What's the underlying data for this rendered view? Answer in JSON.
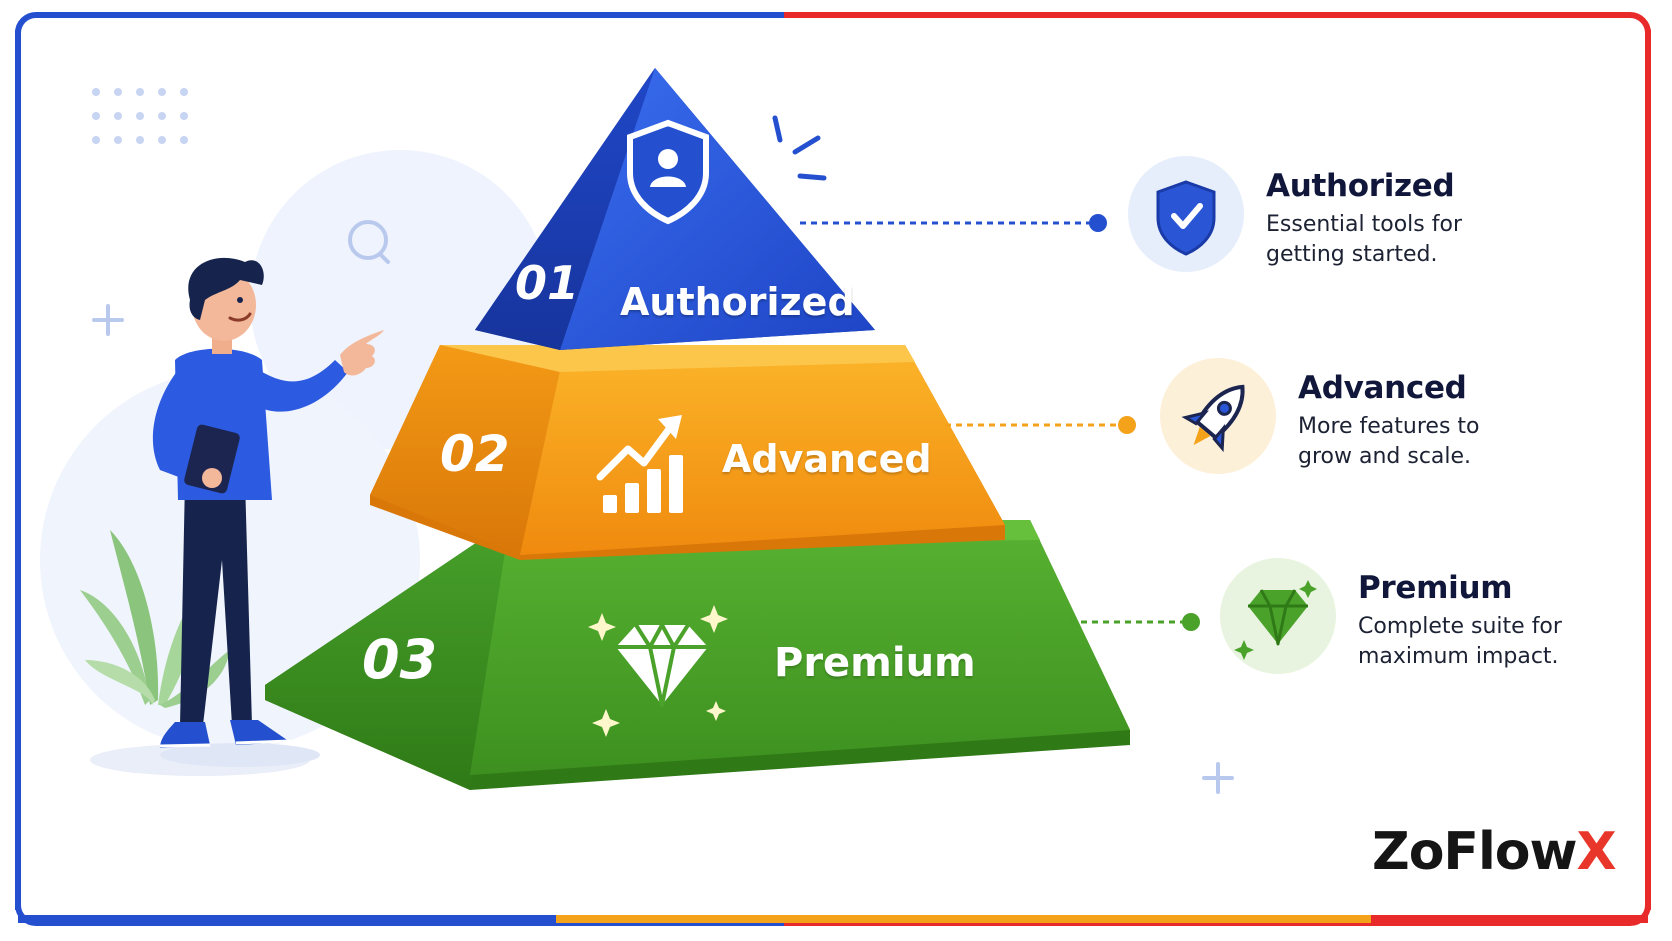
{
  "brand": {
    "name": "ZoFlow",
    "accent": "X"
  },
  "colors": {
    "blue": "#2a56d6",
    "orange": "#f4a21a",
    "green": "#4aa22a",
    "red": "#e8372a",
    "navy": "#10173a"
  },
  "pyramid": {
    "tiers": [
      {
        "number": "01",
        "label": "Authorized",
        "icon": "shield-user-icon"
      },
      {
        "number": "02",
        "label": "Advanced",
        "icon": "growth-chart-icon"
      },
      {
        "number": "03",
        "label": "Premium",
        "icon": "diamond-icon"
      }
    ]
  },
  "details": [
    {
      "title": "Authorized",
      "line1": "Essential tools for",
      "line2": "getting started.",
      "icon": "shield-check-icon"
    },
    {
      "title": "Advanced",
      "line1": "More features to",
      "line2": "grow and scale.",
      "icon": "rocket-icon"
    },
    {
      "title": "Premium",
      "line1": "Complete suite for",
      "line2": "maximum impact.",
      "icon": "diamond-icon"
    }
  ]
}
